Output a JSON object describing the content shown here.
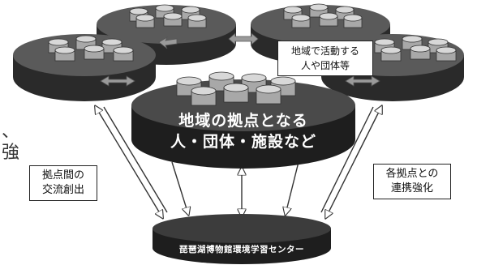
{
  "left_edge_text": "、\n強",
  "labels": {
    "top_right_box": "地域で活動する\n人や団体等",
    "center_hub": "地域の拠点となる\n人・団体・施設など",
    "left_box": "拠点間の\n交流創出",
    "right_box": "各拠点との\n連携強化",
    "bottom_hub": "琵琶湖博物館環境学習センター"
  },
  "colors": {
    "disk_top": "#5a5a5a",
    "disk_side": "#2a2a2a",
    "center_top": "#4a4a4a",
    "center_side": "#1e1e1e",
    "cylinder": "#a8a8a8",
    "cylinder_top": "#d8d8d8",
    "arrow": "#555555"
  }
}
